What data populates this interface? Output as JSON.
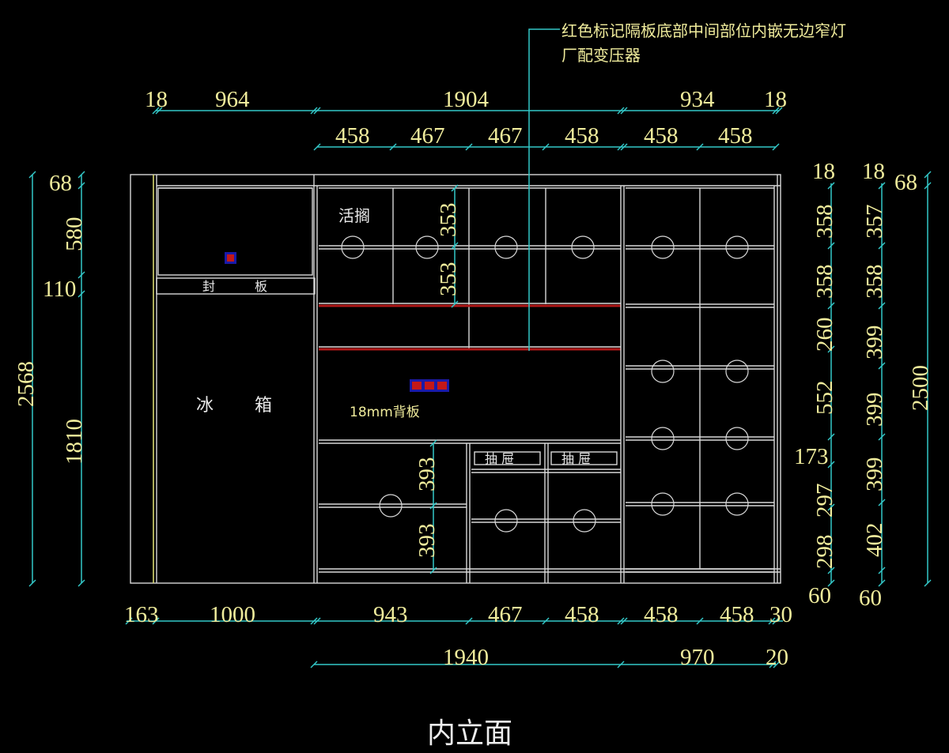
{
  "drawing": {
    "title": "内立面",
    "annotation_line1": "红色标记隔板底部中间部位内嵌无边窄灯",
    "annotation_line2": "厂配变压器",
    "labels": {
      "fridge": [
        "冰",
        "箱"
      ],
      "cover_panel": [
        "封",
        "板"
      ],
      "adjustable_shelf": "活搁",
      "back_panel": "18mm背板",
      "drawer_1": "抽 屉",
      "drawer_2": "抽 屉"
    },
    "colors": {
      "background": "#000000",
      "dimension_line": "#33c8c8",
      "dimension_text": "#f0ec9c",
      "outline": "#d8d8d8",
      "led_shelf": "#b01818"
    },
    "dims_top_row1": [
      "18",
      "964",
      "1904",
      "934",
      "18"
    ],
    "dims_top_row2": [
      "458",
      "467",
      "467",
      "458",
      "458",
      "458"
    ],
    "dims_bottom_row1": [
      "163",
      "1000",
      "943",
      "467",
      "458",
      "458",
      "458",
      "30"
    ],
    "dims_bottom_row2": [
      "1940",
      "970",
      "20"
    ],
    "dims_left_outer": [
      "2568"
    ],
    "dims_left_inner": [
      "68",
      "580",
      "110",
      "1810"
    ],
    "dims_right_col1": [
      "18",
      "358",
      "358",
      "260",
      "552",
      "173",
      "297",
      "298",
      "60"
    ],
    "dims_right_col2": [
      "18",
      "357",
      "358",
      "399",
      "399",
      "399",
      "402",
      "60"
    ],
    "dims_right_outer": [
      "68",
      "2500"
    ],
    "dims_inner_upper": [
      "353",
      "353"
    ],
    "dims_inner_lower": [
      "393",
      "393"
    ],
    "outlets": {
      "single": 1,
      "triple": 3
    }
  }
}
